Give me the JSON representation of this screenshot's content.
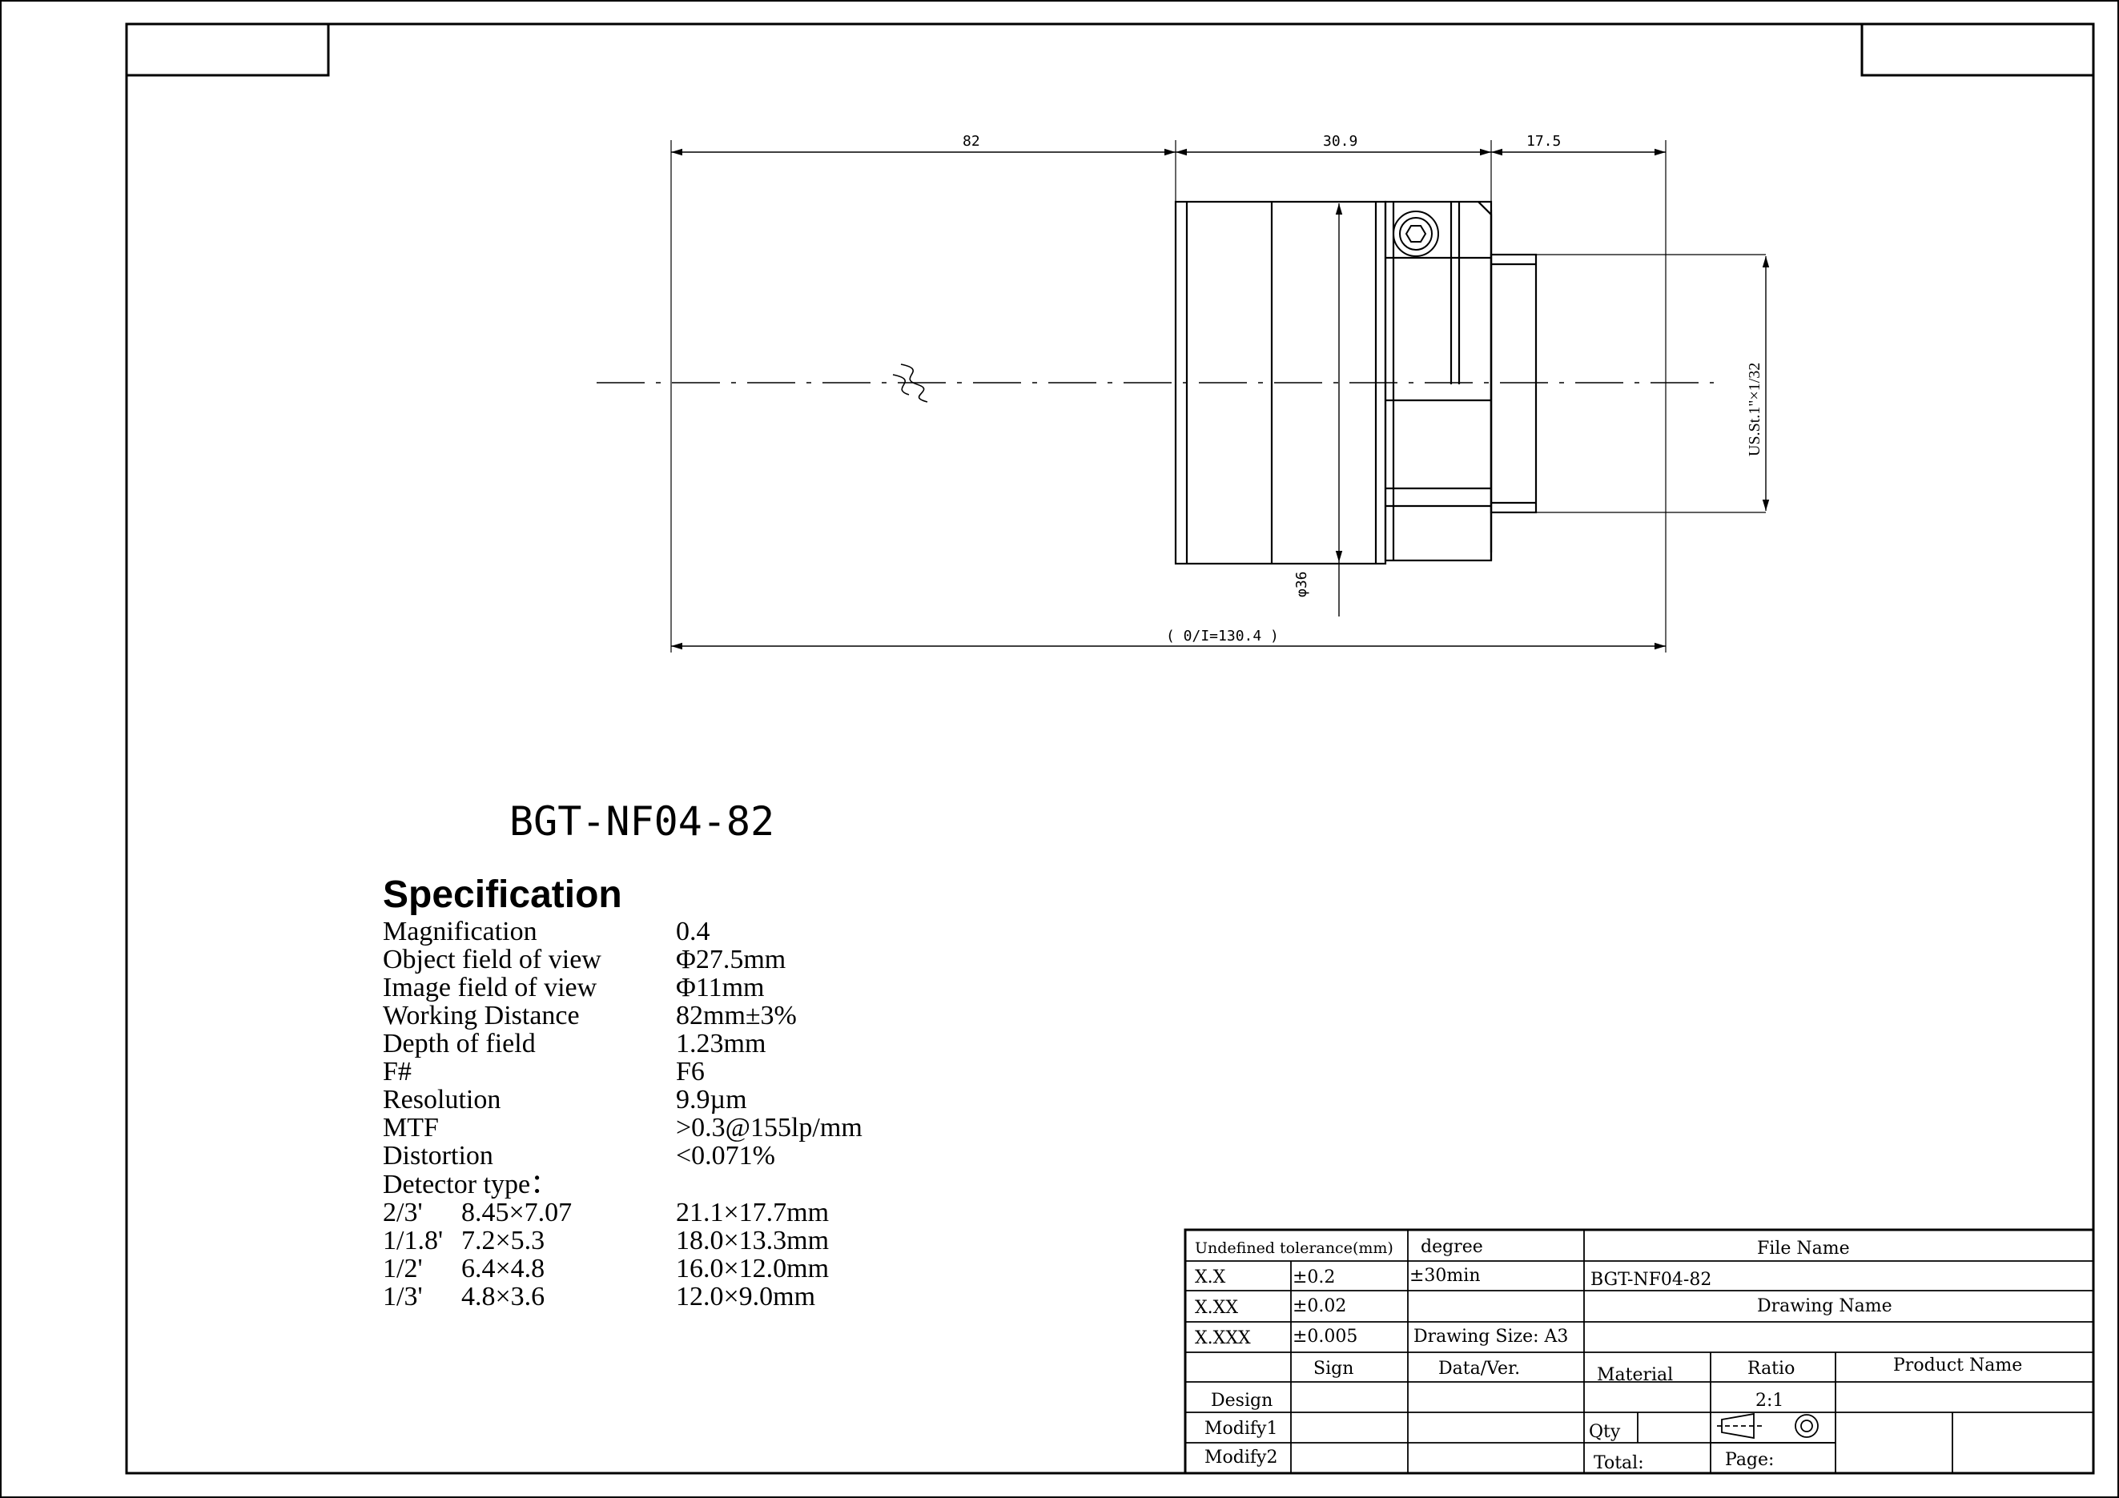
{
  "drawing": {
    "title": "BGT-NF04-82",
    "dimensions": {
      "working_distance": "82",
      "body_length": "30.9",
      "mount_length": "17.5",
      "total_length": "( 0/I=130.4 )",
      "diameter": "φ36",
      "thread": "US.St.1\"×1/32"
    }
  },
  "spec": {
    "heading": "Specification",
    "rows": [
      {
        "label": "Magnification",
        "value": "0.4"
      },
      {
        "label": "Object field of view",
        "value": "Φ27.5mm"
      },
      {
        "label": "Image field of view",
        "value": "Φ11mm"
      },
      {
        "label": "Working Distance",
        "value": "82mm±3%"
      },
      {
        "label": "Depth of field",
        "value": "1.23mm"
      },
      {
        "label": "F#",
        "value": "F6"
      },
      {
        "label": "Resolution",
        "value": "9.9µm"
      },
      {
        "label": "MTF",
        "value": ">0.3@155lp/mm"
      },
      {
        "label": "Distortion",
        "value": "<0.071%"
      }
    ],
    "detector_heading": "Detector type：",
    "detectors": [
      {
        "format": "2/3'",
        "size": "8.45×7.07",
        "field": "21.1×17.7mm"
      },
      {
        "format": "1/1.8'",
        "size": "7.2×5.3",
        "field": "18.0×13.3mm"
      },
      {
        "format": "1/2'",
        "size": "6.4×4.8",
        "field": "16.0×12.0mm"
      },
      {
        "format": "1/3'",
        "size": "4.8×3.6",
        "field": "12.0×9.0mm"
      }
    ]
  },
  "title_block": {
    "tolerance_header": "Undefined tolerance(mm)",
    "degree_header": "degree",
    "tol_x": "X.X",
    "tol_x_val": "±0.2",
    "degree_val": "±30min",
    "tol_xx": "X.XX",
    "tol_xx_val": "±0.02",
    "tol_xxx": "X.XXX",
    "tol_xxx_val": "±0.005",
    "drawing_size": "Drawing Size: A3",
    "file_name_label": "File Name",
    "file_name": "BGT-NF04-82",
    "drawing_name_label": "Drawing Name",
    "sign_label": "Sign",
    "data_ver_label": "Data/Ver.",
    "material_label": "Material",
    "ratio_label": "Ratio",
    "ratio_val": "2:1",
    "product_name_label": "Product Name",
    "design_label": "Design",
    "modify1_label": "Modify1",
    "modify2_label": "Modify2",
    "qty_label": "Qty",
    "total_label": "Total:",
    "page_label": "Page:"
  }
}
